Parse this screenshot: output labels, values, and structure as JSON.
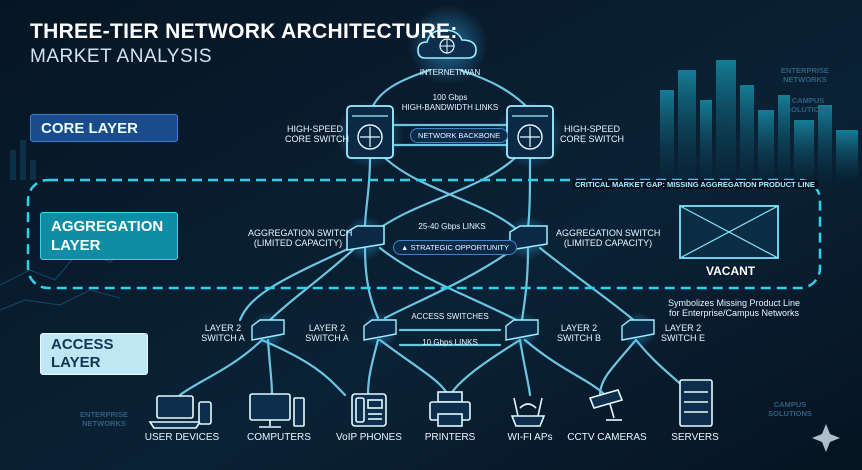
{
  "title": {
    "line1": "THREE-TIER NETWORK ARCHITECTURE:",
    "line2": "MARKET ANALYSIS"
  },
  "layers": {
    "core": "CORE LAYER",
    "aggregation_line1": "AGGREGATION",
    "aggregation_line2": "LAYER",
    "access_line1": "ACCESS",
    "access_line2": "LAYER"
  },
  "internet": "INTERNET/WAN",
  "core": {
    "links_line1": "100 Gbps",
    "links_line2": "HIGH-BANDWIDTH LINKS",
    "backbone": "NETWORK BACKBONE",
    "switch_left_line1": "HIGH-SPEED",
    "switch_left_line2": "CORE SWITCH",
    "switch_right_line1": "HIGH-SPEED",
    "switch_right_line2": "CORE SWITCH"
  },
  "aggregation": {
    "gap_label": "CRITICAL MARKET GAP: MISSING AGGREGATION PRODUCT LINE",
    "switch_a_line1": "AGGREGATION SWITCH",
    "switch_a_line2": "(LIMITED CAPACITY)",
    "switch_b_line1": "AGGREGATION SWITCH",
    "switch_b_line2": "(LIMITED CAPACITY)",
    "links": "25-40 Gbps LINKS",
    "opportunity": "▲ STRATEGIC OPPORTUNITY",
    "vacant": "VACANT",
    "vacant_note_line1": "Symbolizes Missing Product Line",
    "vacant_note_line2": "for Enterprise/Campus Networks"
  },
  "access": {
    "switches_label": "ACCESS SWITCHES",
    "links": "10 Gbps LINKS",
    "switches": [
      {
        "line1": "LAYER 2",
        "line2": "SWITCH A"
      },
      {
        "line1": "LAYER 2",
        "line2": "SWITCH A"
      },
      {
        "line1": "LAYER 2",
        "line2": "SWITCH B"
      },
      {
        "line1": "LAYER 2",
        "line2": "SWITCH E"
      }
    ]
  },
  "devices": [
    {
      "label": "USER DEVICES",
      "icon": "laptop-phone-icon"
    },
    {
      "label": "COMPUTERS",
      "icon": "desktop-computer-icon"
    },
    {
      "label": "VoIP PHONES",
      "icon": "voip-phone-icon"
    },
    {
      "label": "PRINTERS",
      "icon": "printer-icon"
    },
    {
      "label": "WI-FI APs",
      "icon": "wifi-ap-icon"
    },
    {
      "label": "CCTV CAMERAS",
      "icon": "cctv-camera-icon"
    },
    {
      "label": "SERVERS",
      "icon": "server-icon"
    }
  ],
  "watermarks": {
    "top_right_line1": "ENTERPRISE",
    "top_right_line2": "NETWORKS",
    "campus_line1": "CAMPUS",
    "campus_line2": "SOLUTIONS",
    "bottom_left_line1": "ENTERPRISE",
    "bottom_left_line2": "NETWORKS",
    "bottom_right_line1": "CAMPUS",
    "bottom_right_line2": "SOLUTIONS"
  },
  "colors": {
    "background": "#06121e",
    "link": "#7fe3ff",
    "gap_outline": "#2fd0ec",
    "core_tag": "#1b4b8c",
    "agg_tag": "#0e8da5"
  }
}
